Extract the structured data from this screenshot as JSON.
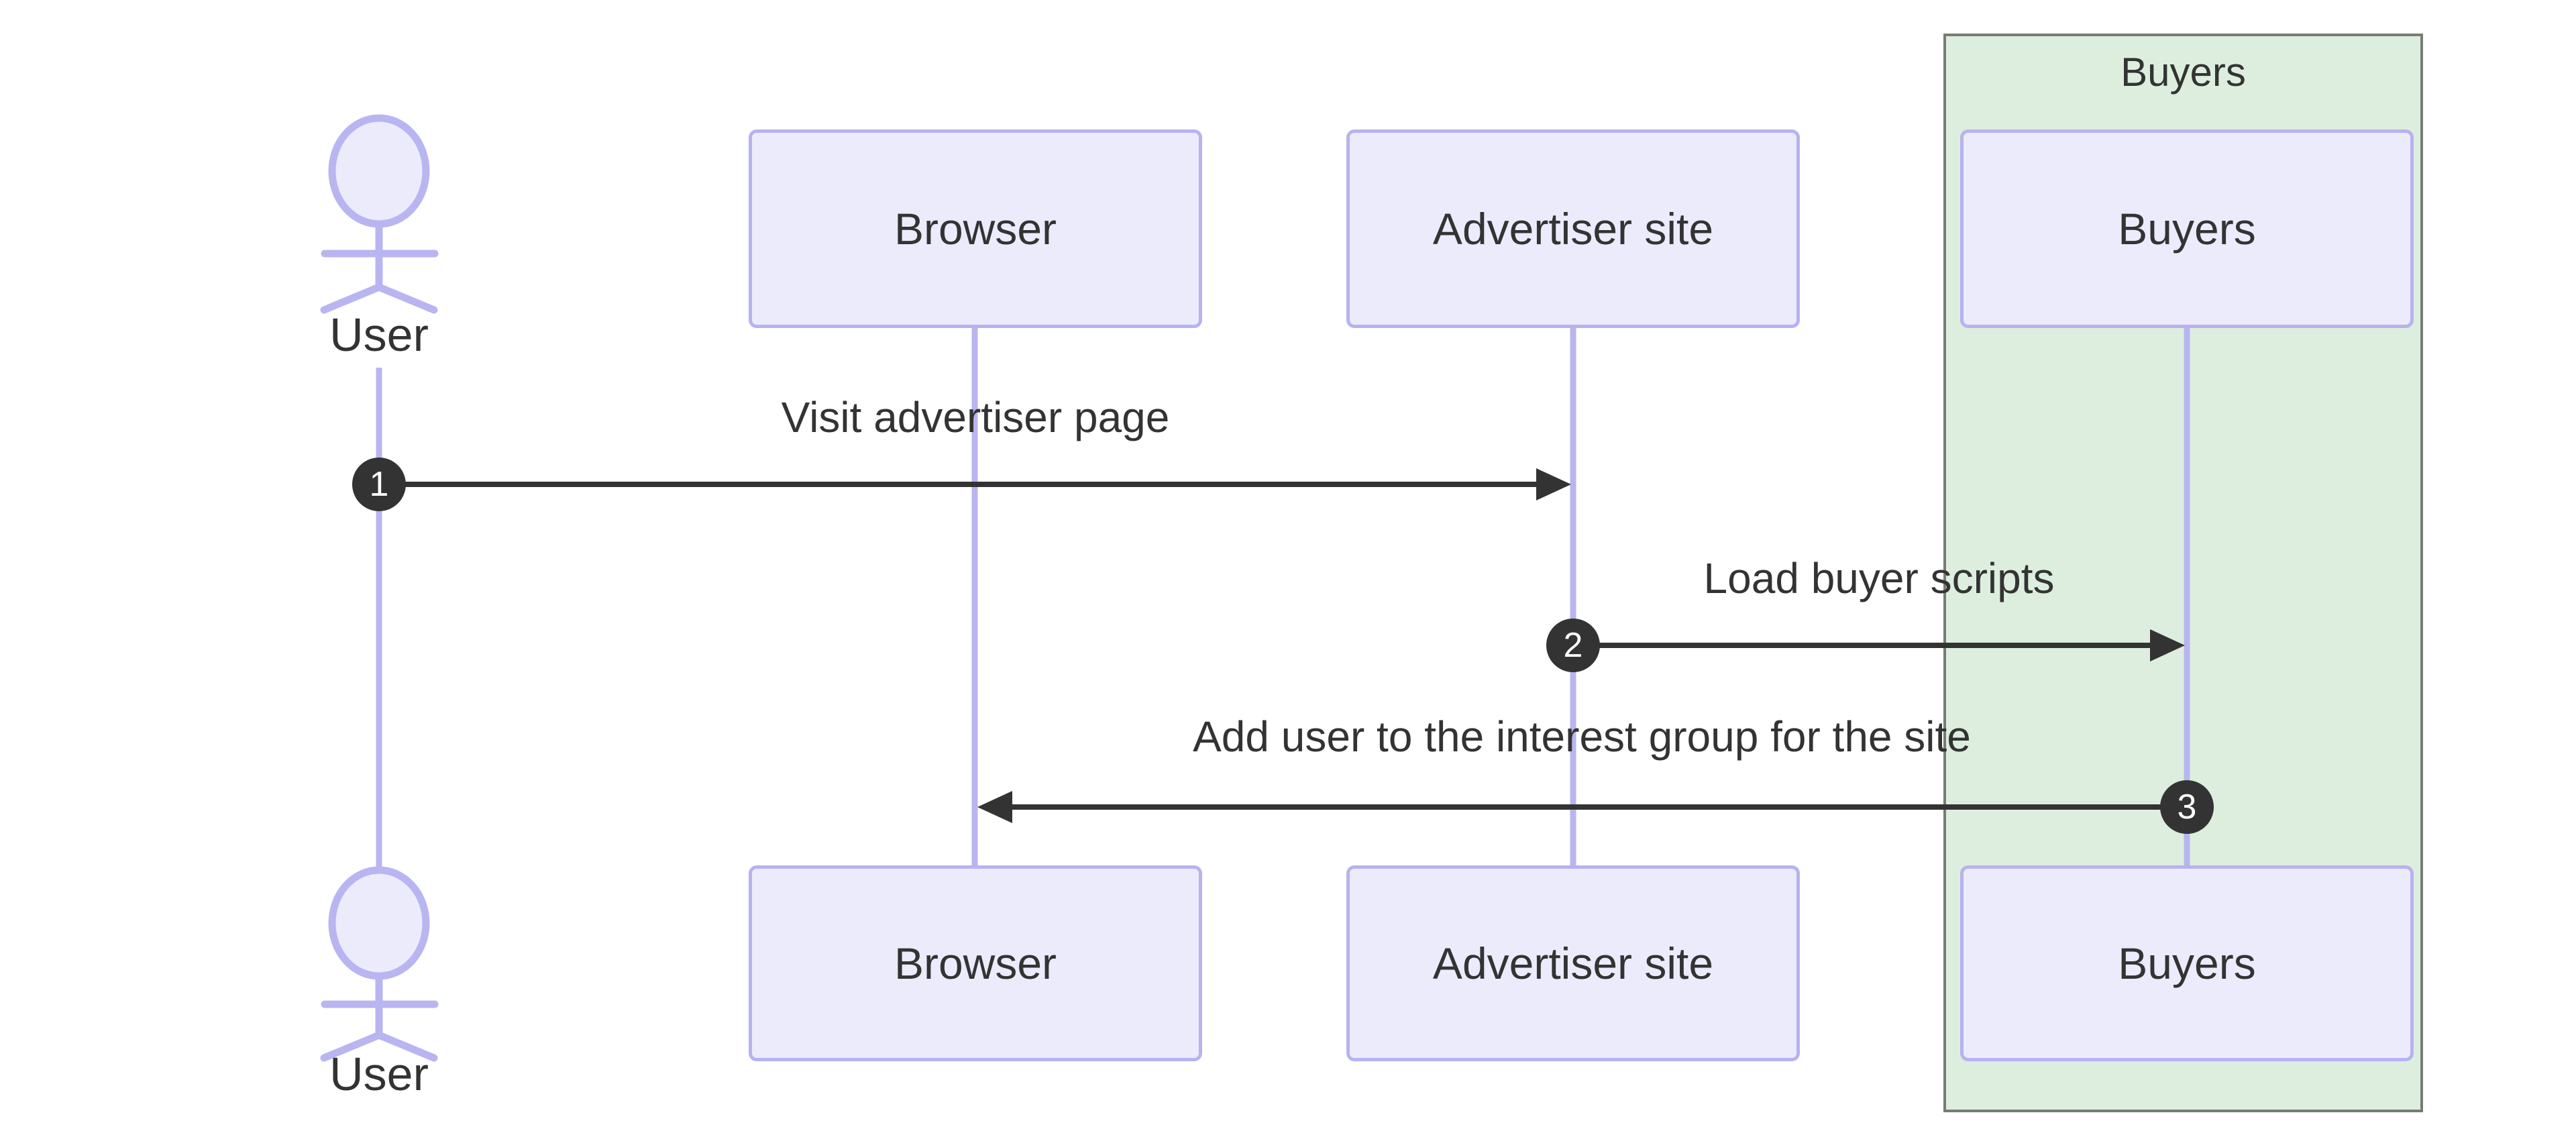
{
  "diagram": {
    "type": "sequence-diagram",
    "group": {
      "label": "Buyers"
    },
    "actors": [
      {
        "id": "user",
        "label": "User",
        "kind": "actor"
      },
      {
        "id": "browser",
        "label": "Browser",
        "kind": "participant"
      },
      {
        "id": "advertiser",
        "label": "Advertiser site",
        "kind": "participant"
      },
      {
        "id": "buyers",
        "label": "Buyers",
        "kind": "participant"
      }
    ],
    "messages": [
      {
        "num": "1",
        "label": "Visit advertiser page",
        "from": "user",
        "to": "advertiser"
      },
      {
        "num": "2",
        "label": "Load buyer scripts",
        "from": "advertiser",
        "to": "buyers"
      },
      {
        "num": "3",
        "label": "Add user to the interest group for the site",
        "from": "buyers",
        "to": "browser"
      }
    ],
    "colors": {
      "background": "#FFFFFF",
      "participant_fill": "#ECEBFC",
      "participant_border": "#B7B2F0",
      "lifeline": "#B9B5F1",
      "group_fill": "#DDEEDE",
      "group_border": "#767D74",
      "message_line": "#333333",
      "text": "#333333",
      "badge_bg": "#333333",
      "badge_text": "#FFFFFF"
    }
  }
}
